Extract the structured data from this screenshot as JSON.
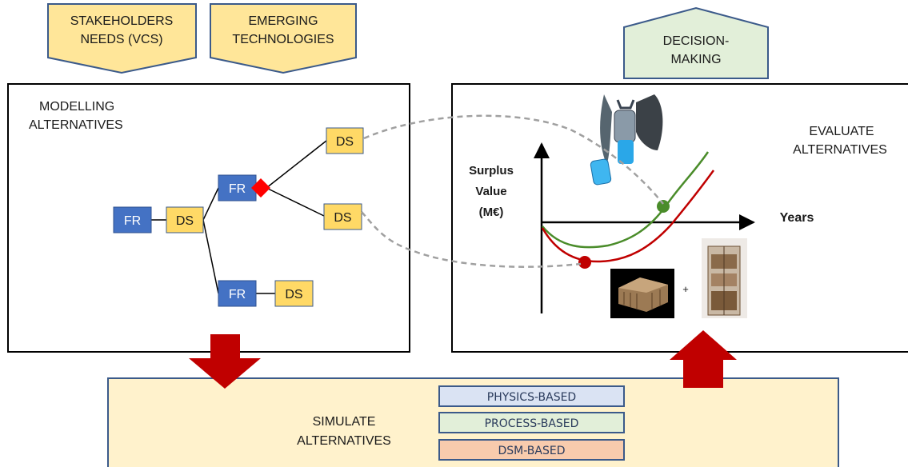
{
  "inputs": {
    "stakeholders": [
      "STAKEHOLDERS",
      "NEEDS (VCS)"
    ],
    "emerging": [
      "EMERGING",
      "TECHNOLOGIES"
    ]
  },
  "decision": [
    "DECISION-",
    "MAKING"
  ],
  "modelling": {
    "title": [
      "MODELLING",
      "ALTERNATIVES"
    ],
    "fr_label": "FR",
    "ds_label": "DS"
  },
  "evaluate": {
    "title": [
      "EVALUATE",
      "ALTERNATIVES"
    ],
    "y_axis": [
      "Surplus",
      "Value",
      "(M€)"
    ],
    "x_axis": "Years",
    "plus": "+"
  },
  "simulate": {
    "title": [
      "SIMULATE",
      "ALTERNATIVES"
    ],
    "methods": [
      "PHYSICS-BASED",
      "PROCESS-BASED",
      "DSM-BASED"
    ]
  },
  "colors": {
    "fr_fill": "#4472c4",
    "ds_fill": "#ffd966",
    "input_fill": "#ffe699",
    "decision_fill": "#e2efd9",
    "arrow_red": "#c00000",
    "green_curve": "#4a8c2a",
    "red_curve": "#c00000",
    "physics": "#dae3f3",
    "process": "#e2efd9",
    "dsm": "#f8cbad",
    "simulate_panel": "#fff2cc"
  }
}
